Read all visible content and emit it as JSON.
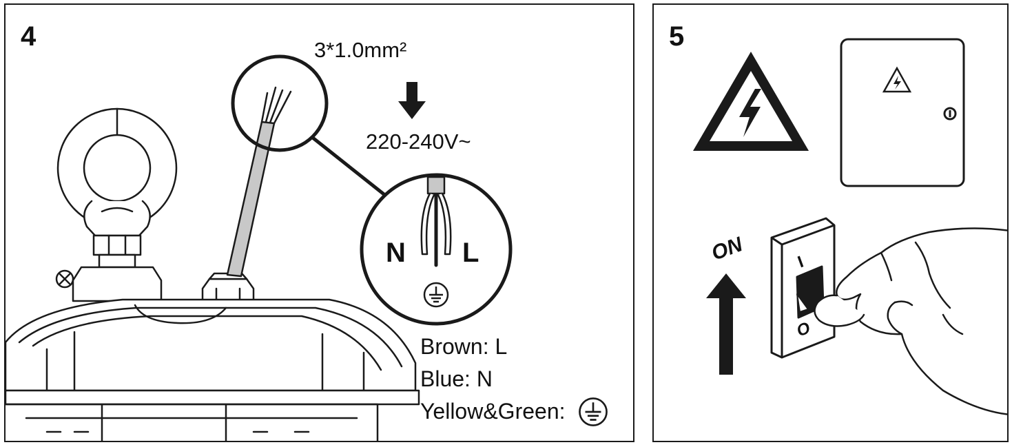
{
  "step4": {
    "number": "4",
    "cable_spec": "3*1.0mm²",
    "voltage": "220-240V~",
    "terminal_n": "N",
    "terminal_l": "L",
    "legend": {
      "brown": "Brown: L",
      "blue": "Blue: N",
      "yellow_green": "Yellow&Green:"
    }
  },
  "step5": {
    "number": "5",
    "on_label": "ON",
    "switch_on": "I",
    "switch_off": "O"
  },
  "icons": [
    "ground-icon",
    "warning-triangle-icon",
    "down-arrow-icon",
    "up-arrow-icon"
  ],
  "colors": {
    "line": "#1a1a1a",
    "cable": "#c8c8c8"
  }
}
